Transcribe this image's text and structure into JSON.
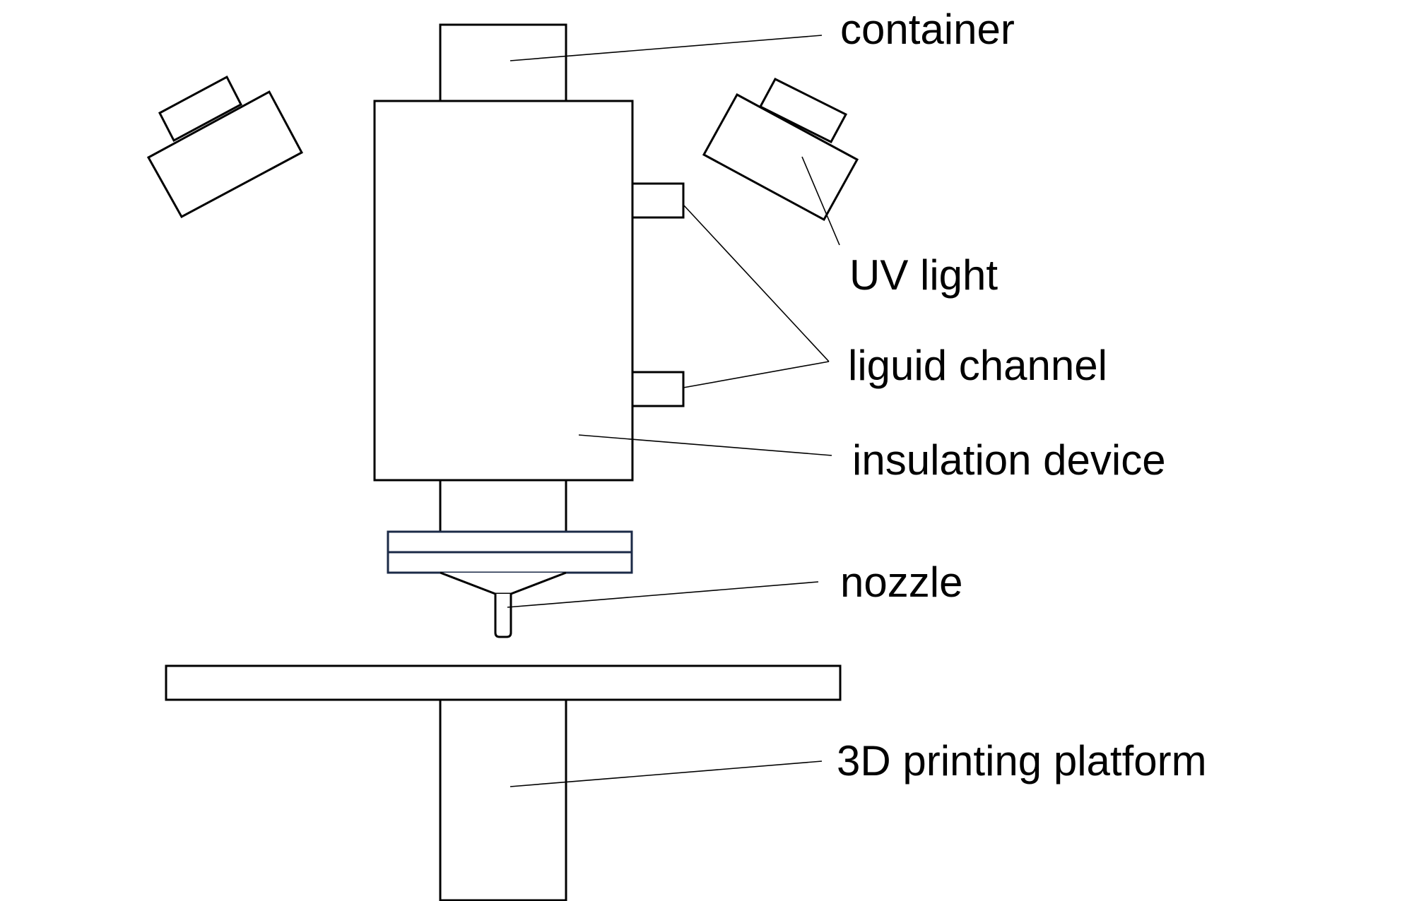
{
  "diagram": {
    "labels": {
      "container": "container",
      "uv_light": "UV light",
      "liquid_channel": "liguid channel",
      "insulation_device": "insulation device",
      "nozzle": "nozzle",
      "platform": "3D printing platform"
    },
    "colors": {
      "line": "#000000",
      "nozzle_plate": "#1b2a47",
      "background": "#ffffff"
    }
  }
}
